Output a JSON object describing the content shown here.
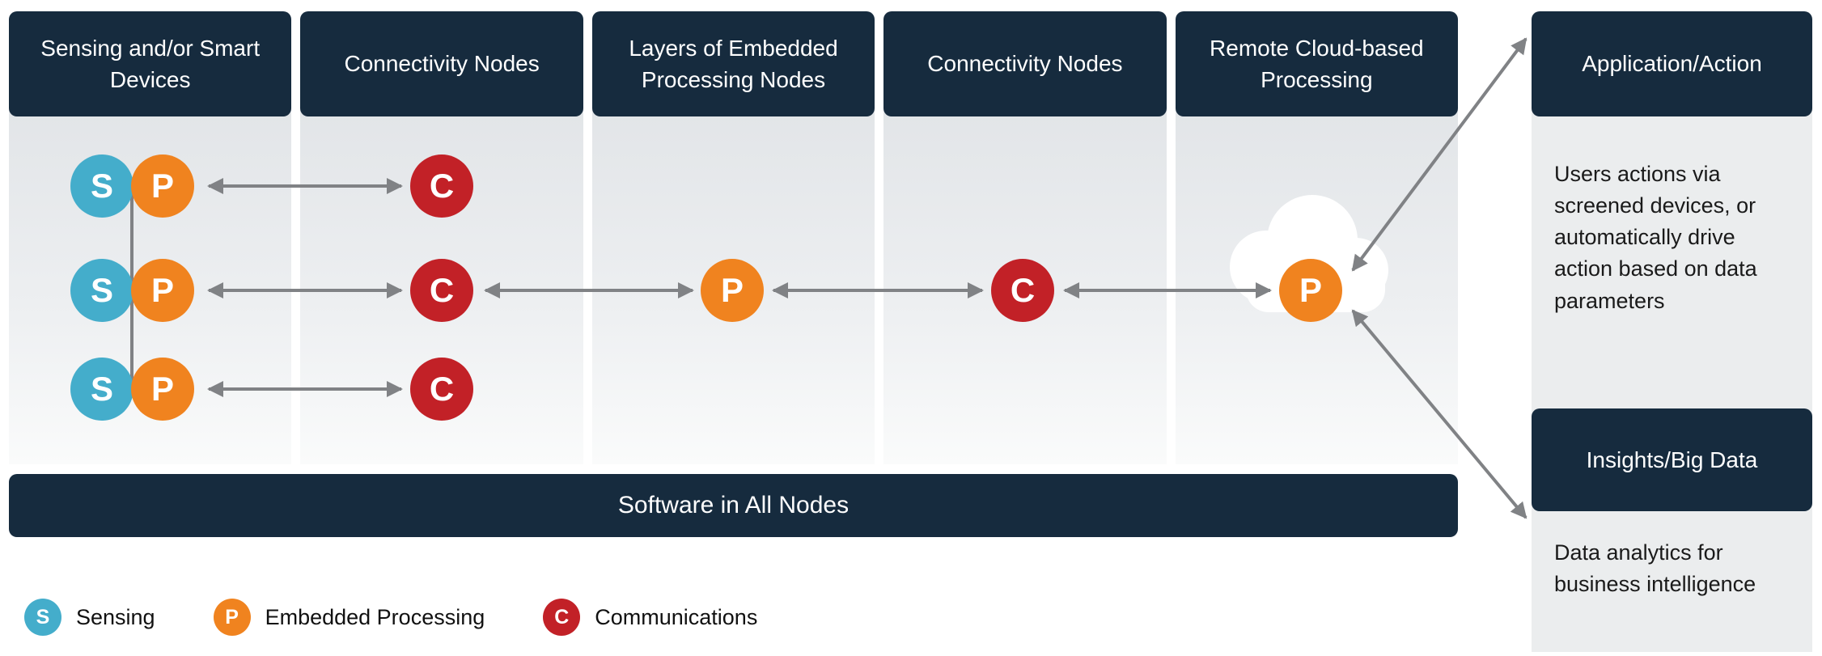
{
  "columns": [
    {
      "title": "Sensing and/or Smart Devices"
    },
    {
      "title": "Connectivity Nodes"
    },
    {
      "title": "Layers of Embedded Processing Nodes"
    },
    {
      "title": "Connectivity Nodes"
    },
    {
      "title": "Remote Cloud-based Processing"
    }
  ],
  "symbols": {
    "sensing": "S",
    "processing": "P",
    "communications": "C"
  },
  "software_bar": {
    "label": "Software in All Nodes"
  },
  "legend": [
    {
      "symbol": "S",
      "label": "Sensing"
    },
    {
      "symbol": "P",
      "label": "Embedded Processing"
    },
    {
      "symbol": "C",
      "label": "Communications"
    }
  ],
  "right_panel": {
    "application": {
      "title": "Application/Action",
      "description": "Users actions via screened devices, or automatically drive action based on data parameters"
    },
    "insights": {
      "title": "Insights/Big Data",
      "description": "Data analytics for business intelligence"
    }
  },
  "colors": {
    "header_navy": "#162B3E",
    "sensing_blue": "#44ADCB",
    "processing_orange": "#F0831F",
    "communications_red": "#C22127",
    "arrow_gray": "#808285",
    "column_gray_top": "#E3E6E8",
    "panel_gray": "#EBEDEE"
  }
}
